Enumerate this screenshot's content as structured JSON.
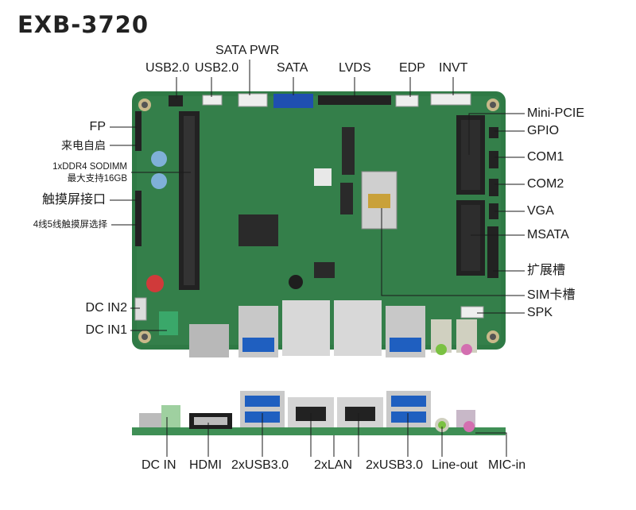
{
  "title": "EXB-3720",
  "top_labels": {
    "usb20_a": "USB2.0",
    "usb20_b": "USB2.0",
    "sata_pwr": "SATA  PWR",
    "sata": "SATA",
    "lvds": "LVDS",
    "edp": "EDP",
    "invt": "INVT"
  },
  "left_labels": {
    "fp": "FP",
    "auto_power_on": "来电自启",
    "ddr4_line1": "1xDDR4 SODIMM",
    "ddr4_line2": "最大支持16GB",
    "touch_port": "触摸屏接口",
    "touch_select": "4线5线触摸屏选择",
    "dc_in2": "DC IN2",
    "dc_in1": "DC IN1"
  },
  "right_labels": {
    "mini_pcie": "Mini-PCIE",
    "gpio": "GPIO",
    "com1": "COM1",
    "com2": "COM2",
    "vga": "VGA",
    "msata": "MSATA",
    "expansion_slot": "扩展槽",
    "sim_slot": "SIM卡槽",
    "spk": "SPK"
  },
  "bottom_labels": {
    "dc_in": "DC IN",
    "hdmi": "HDMI",
    "usb30_a": "2xUSB3.0",
    "lan": "2xLAN",
    "usb30_b": "2xUSB3.0",
    "line_out": "Line-out",
    "mic_in": "MIC-in"
  },
  "colors": {
    "pcb_green": "#2f7a45",
    "pcb_light": "#3f8f55",
    "leader_line": "#c0392b",
    "text": "#1a1a1a"
  }
}
